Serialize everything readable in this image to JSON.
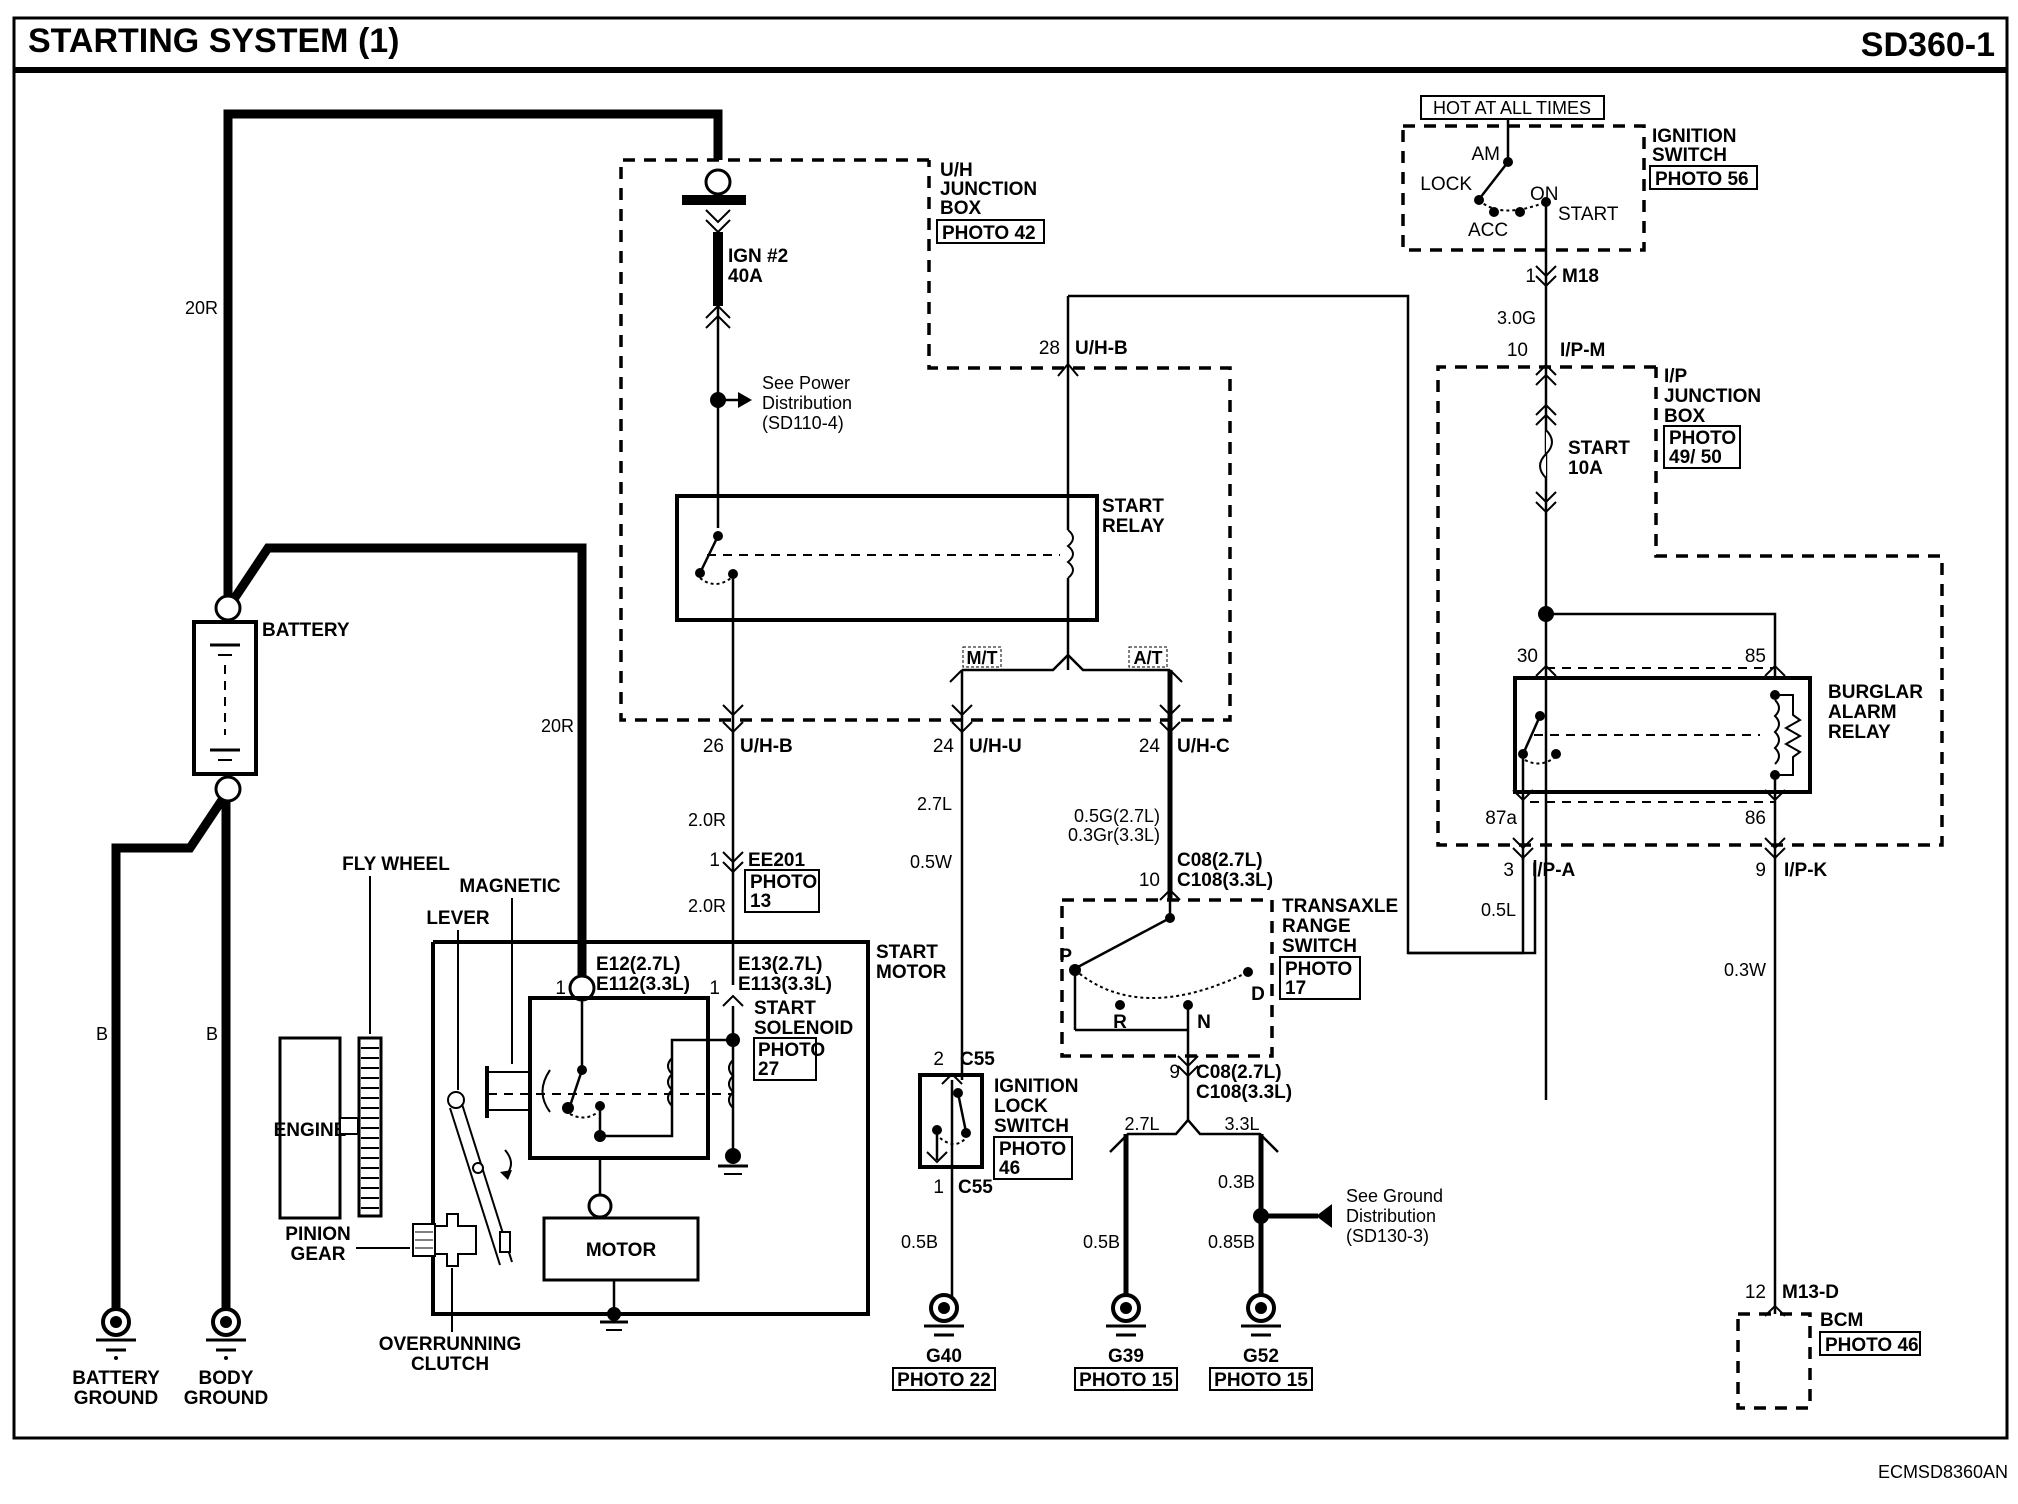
{
  "header": {
    "title": "STARTING SYSTEM (1)",
    "page_code": "SD360-1"
  },
  "footer": {
    "figure_code": "ECMSD8360AN"
  },
  "battery": {
    "label": "BATTERY",
    "wire_pos": "20R",
    "wire_mid": "20R",
    "wire_batt_gnd": "B",
    "wire_body_gnd": "B"
  },
  "grounds_left": {
    "battery_ground": [
      "BATTERY",
      "GROUND"
    ],
    "body_ground": [
      "BODY",
      "GROUND"
    ]
  },
  "uh_junction": {
    "title": [
      "U/H",
      "JUNCTION",
      "BOX"
    ],
    "photo": "PHOTO 42"
  },
  "fuse_ign2": {
    "name": "IGN #2",
    "rating": "40A"
  },
  "power_dist": {
    "lines": [
      "See Power",
      "Distribution",
      "(SD110-4)"
    ]
  },
  "start_relay": {
    "lines": [
      "START",
      "RELAY"
    ]
  },
  "connectors": {
    "uhb28": {
      "pin": "28",
      "name": "U/H-B"
    },
    "uhb26": {
      "pin": "26",
      "name": "U/H-B"
    },
    "uhu24": {
      "pin": "24",
      "name": "U/H-U"
    },
    "uhc24": {
      "pin": "24",
      "name": "U/H-C"
    },
    "ee201": {
      "pin": "1",
      "name": "EE201",
      "photo": [
        "PHOTO",
        "13"
      ]
    },
    "e12": {
      "pin": "1",
      "lines": [
        "E12(2.7L)",
        "E112(3.3L)"
      ]
    },
    "e13": {
      "pin": "1",
      "lines": [
        "E13(2.7L)",
        "E113(3.3L)"
      ]
    },
    "c55_top": {
      "pin": "2",
      "name": "C55"
    },
    "c55_bot": {
      "pin": "1",
      "name": "C55"
    },
    "c08_top": {
      "pin": "10",
      "lines": [
        "C08(2.7L)",
        "C108(3.3L)"
      ]
    },
    "c08_bot": {
      "pin": "9",
      "lines": [
        "C08(2.7L)",
        "C108(3.3L)"
      ]
    },
    "m18": {
      "pin": "1",
      "name": "M18"
    },
    "ipm": {
      "pin": "10",
      "name": "I/P-M"
    },
    "ipa": {
      "pin": "3",
      "name": "I/P-A"
    },
    "ipk": {
      "pin": "9",
      "name": "I/P-K"
    },
    "m13d": {
      "pin": "12",
      "name": "M13-D"
    }
  },
  "wires": {
    "r20_a": "2.0R",
    "r20_b": "2.0R",
    "l27": "2.7L",
    "w05": "0.5W",
    "atc_lines": [
      "0.5G(2.7L)",
      "0.3Gr(3.3L)"
    ],
    "b05_g40": "0.5B",
    "l27_branch": "2.7L",
    "l33_branch": "3.3L",
    "b05_g39": "0.5B",
    "b03": "0.3B",
    "b085": "0.85B",
    "g30": "3.0G",
    "l05": "0.5L",
    "w03": "0.3W"
  },
  "transmission": {
    "mt": "M/T",
    "at": "A/T"
  },
  "start_motor": {
    "title": [
      "START",
      "MOTOR"
    ],
    "solenoid": [
      "START",
      "SOLENOID"
    ],
    "solenoid_photo": [
      "PHOTO",
      "27"
    ],
    "fly_wheel": "FLY WHEEL",
    "magnetic": "MAGNETIC",
    "lever": "LEVER",
    "engine": "ENGINE",
    "pinion": [
      "PINION",
      "GEAR"
    ],
    "motor": "MOTOR",
    "clutch": [
      "OVERRUNNING",
      "CLUTCH"
    ]
  },
  "ignition_lock": {
    "lines": [
      "IGNITION",
      "LOCK",
      "SWITCH"
    ],
    "photo": [
      "PHOTO",
      "46"
    ]
  },
  "transaxle": {
    "lines": [
      "TRANSAXLE",
      "RANGE",
      "SWITCH"
    ],
    "photo": [
      "PHOTO",
      "17"
    ],
    "positions": [
      "P",
      "R",
      "N",
      "D"
    ]
  },
  "ground_dist": {
    "lines": [
      "See Ground",
      "Distribution",
      "(SD130-3)"
    ]
  },
  "grounds": [
    {
      "id": "G40",
      "photo": "PHOTO 22"
    },
    {
      "id": "G39",
      "photo": "PHOTO 15"
    },
    {
      "id": "G52",
      "photo": "PHOTO 15"
    }
  ],
  "ignition_switch": {
    "hot": "HOT AT ALL TIMES",
    "title": [
      "IGNITION",
      "SWITCH"
    ],
    "photo": "PHOTO 56",
    "positions": {
      "am": "AM",
      "lock": "LOCK",
      "on": "ON",
      "acc": "ACC",
      "start": "START"
    }
  },
  "ip_junction": {
    "title": [
      "I/P",
      "JUNCTION",
      "BOX"
    ],
    "photo": [
      "PHOTO",
      "49/ 50"
    ]
  },
  "fuse_start": {
    "name": "START",
    "rating": "10A"
  },
  "burglar_relay": {
    "lines": [
      "BURGLAR",
      "ALARM",
      "RELAY"
    ],
    "pins": {
      "p30": "30",
      "p85": "85",
      "p87a": "87a",
      "p86": "86"
    }
  },
  "bcm": {
    "name": "BCM",
    "photo": "PHOTO 46"
  }
}
